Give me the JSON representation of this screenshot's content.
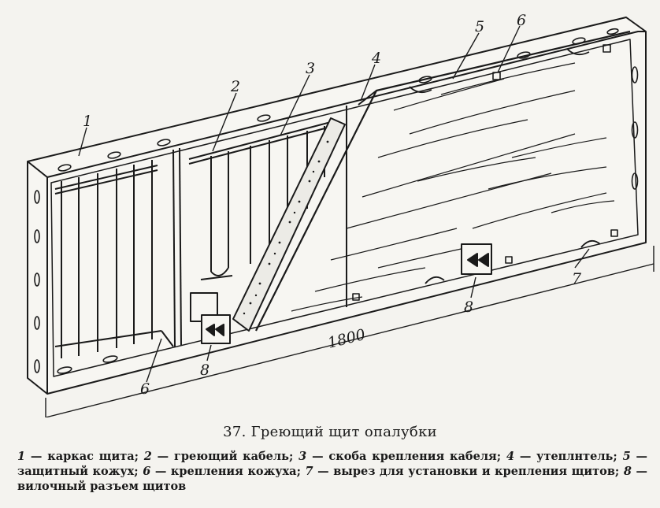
{
  "figure": {
    "callouts": [
      {
        "id": "1",
        "text": "1"
      },
      {
        "id": "2",
        "text": "2"
      },
      {
        "id": "3",
        "text": "3"
      },
      {
        "id": "4",
        "text": "4"
      },
      {
        "id": "5",
        "text": "5"
      },
      {
        "id": "6a",
        "text": "6"
      },
      {
        "id": "6b",
        "text": "6"
      },
      {
        "id": "7",
        "text": "7"
      },
      {
        "id": "8a",
        "text": "8"
      },
      {
        "id": "8b",
        "text": "8"
      }
    ],
    "dimension": "1800"
  },
  "caption": {
    "title": "37. Греющий щит опалубки",
    "legend": [
      {
        "num": "1",
        "text": " — каркас щита; "
      },
      {
        "num": "2",
        "text": " — греющий кабель; "
      },
      {
        "num": "3",
        "text": " — скоба крепления кабеля; "
      },
      {
        "num": "4",
        "text": " — утеплнтель; "
      },
      {
        "num": "5",
        "text": " — защитный кожух; "
      },
      {
        "num": "6",
        "text": " — крепления кожуха; "
      },
      {
        "num": "7",
        "text": " — вырез для установки и крепления щитов; "
      },
      {
        "num": "8",
        "text": " — вилочный разъем щитов"
      }
    ]
  }
}
